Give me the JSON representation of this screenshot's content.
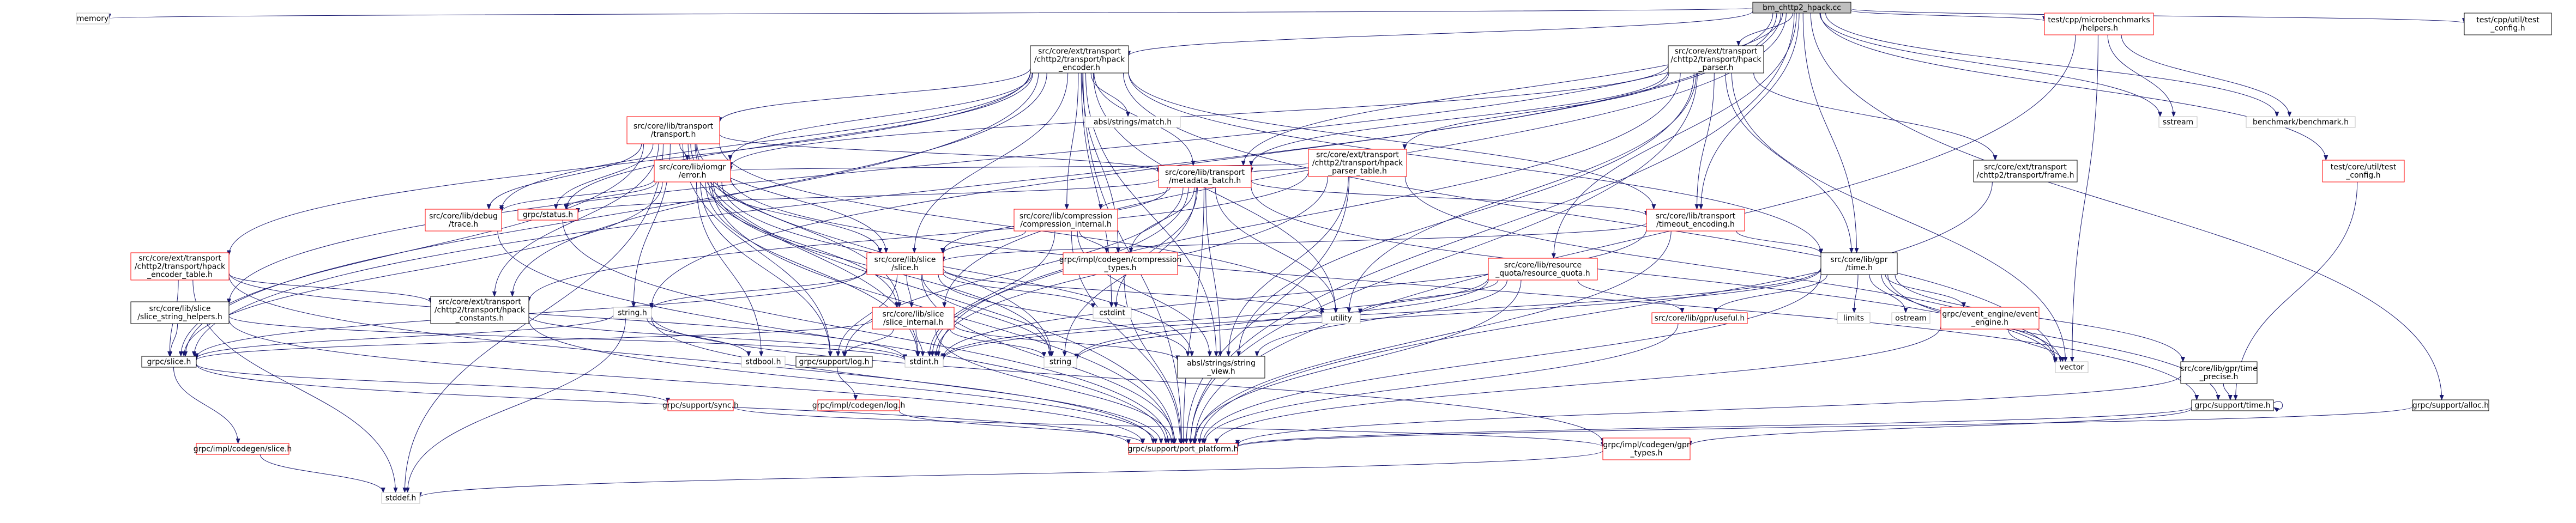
{
  "graph": {
    "type": "include-dependency-graph",
    "nodes": [
      {
        "id": "root",
        "lines": [
          "bm_chttp2_hpack.cc"
        ],
        "style": "root"
      },
      {
        "id": "memory",
        "lines": [
          "memory"
        ],
        "style": "gray"
      },
      {
        "id": "hpack_encoder",
        "lines": [
          "src/core/ext/transport",
          "/chttp2/transport/hpack",
          "_encoder.h"
        ],
        "style": "black"
      },
      {
        "id": "hpack_parser",
        "lines": [
          "src/core/ext/transport",
          "/chttp2/transport/hpack",
          "_parser.h"
        ],
        "style": "black"
      },
      {
        "id": "microbench",
        "lines": [
          "test/cpp/microbenchmarks",
          "/helpers.h"
        ],
        "style": "red"
      },
      {
        "id": "test_config",
        "lines": [
          "test/cpp/util/test",
          "_config.h"
        ],
        "style": "black"
      },
      {
        "id": "abseil_match",
        "lines": [
          "absl/strings/match.h"
        ],
        "style": "gray"
      },
      {
        "id": "transport_h",
        "lines": [
          "src/core/lib/transport",
          "/transport.h"
        ],
        "style": "red"
      },
      {
        "id": "hpack_parser_table",
        "lines": [
          "src/core/ext/transport",
          "/chttp2/transport/hpack",
          "_parser_table.h"
        ],
        "style": "red"
      },
      {
        "id": "frame_h",
        "lines": [
          "src/core/ext/transport",
          "/chttp2/transport/frame.h"
        ],
        "style": "black"
      },
      {
        "id": "sstream",
        "lines": [
          "sstream"
        ],
        "style": "gray"
      },
      {
        "id": "benchmark",
        "lines": [
          "benchmark/benchmark.h"
        ],
        "style": "gray"
      },
      {
        "id": "util_test_config",
        "lines": [
          "test/core/util/test",
          "_config.h"
        ],
        "style": "red"
      },
      {
        "id": "error_h",
        "lines": [
          "src/core/lib/iomgr",
          "/error.h"
        ],
        "style": "red"
      },
      {
        "id": "metadata_batch",
        "lines": [
          "src/core/lib/transport",
          "/metadata_batch.h"
        ],
        "style": "red"
      },
      {
        "id": "debug_trace",
        "lines": [
          "src/core/lib/debug",
          "/trace.h"
        ],
        "style": "red"
      },
      {
        "id": "grpc_status",
        "lines": [
          "grpc/status.h"
        ],
        "style": "red"
      },
      {
        "id": "compression_internal",
        "lines": [
          "src/core/lib/compression",
          "/compression_internal.h"
        ],
        "style": "red"
      },
      {
        "id": "timeout_encoding",
        "lines": [
          "src/core/lib/transport",
          "/timeout_encoding.h"
        ],
        "style": "red"
      },
      {
        "id": "hpack_encoder_table",
        "lines": [
          "src/core/ext/transport",
          "/chttp2/transport/hpack",
          "_encoder_table.h"
        ],
        "style": "red"
      },
      {
        "id": "slice_h",
        "lines": [
          "src/core/lib/slice",
          "/slice.h"
        ],
        "style": "red"
      },
      {
        "id": "compression_types",
        "lines": [
          "grpc/impl/codegen/compression",
          "_types.h"
        ],
        "style": "red"
      },
      {
        "id": "gpr_time",
        "lines": [
          "src/core/lib/gpr",
          "/time.h"
        ],
        "style": "black"
      },
      {
        "id": "resource_quota",
        "lines": [
          "src/core/lib/resource",
          "_quota/resource_quota.h"
        ],
        "style": "red"
      },
      {
        "id": "slice_string_helpers",
        "lines": [
          "src/core/lib/slice",
          "/slice_string_helpers.h"
        ],
        "style": "black"
      },
      {
        "id": "hpack_constants",
        "lines": [
          "src/core/ext/transport",
          "/chttp2/transport/hpack",
          "_constants.h"
        ],
        "style": "black"
      },
      {
        "id": "string_h",
        "lines": [
          "string.h"
        ],
        "style": "gray"
      },
      {
        "id": "slice_internal",
        "lines": [
          "src/core/lib/slice",
          "/slice_internal.h"
        ],
        "style": "red"
      },
      {
        "id": "cstdint",
        "lines": [
          "cstdint"
        ],
        "style": "gray"
      },
      {
        "id": "utility",
        "lines": [
          "utility"
        ],
        "style": "gray"
      },
      {
        "id": "useful_h",
        "lines": [
          "src/core/lib/gpr/useful.h"
        ],
        "style": "red"
      },
      {
        "id": "limits",
        "lines": [
          "limits"
        ],
        "style": "gray"
      },
      {
        "id": "ostream",
        "lines": [
          "ostream"
        ],
        "style": "gray"
      },
      {
        "id": "event_engine",
        "lines": [
          "grpc/event_engine/event",
          "_engine.h"
        ],
        "style": "red"
      },
      {
        "id": "grpc_slice",
        "lines": [
          "grpc/slice.h"
        ],
        "style": "black"
      },
      {
        "id": "stdbool",
        "lines": [
          "stdbool.h"
        ],
        "style": "gray"
      },
      {
        "id": "support_log",
        "lines": [
          "grpc/support/log.h"
        ],
        "style": "black"
      },
      {
        "id": "stdint",
        "lines": [
          "stdint.h"
        ],
        "style": "gray"
      },
      {
        "id": "string",
        "lines": [
          "string"
        ],
        "style": "gray"
      },
      {
        "id": "string_view",
        "lines": [
          "absl/strings/string",
          "_view.h"
        ],
        "style": "black"
      },
      {
        "id": "vector",
        "lines": [
          "vector"
        ],
        "style": "gray"
      },
      {
        "id": "time_precise",
        "lines": [
          "src/core/lib/gpr/time",
          "_precise.h"
        ],
        "style": "black"
      },
      {
        "id": "alloc_h",
        "lines": [
          "grpc/support/alloc.h"
        ],
        "style": "black"
      },
      {
        "id": "support_sync",
        "lines": [
          "grpc/support/sync.h"
        ],
        "style": "red"
      },
      {
        "id": "codegen_log",
        "lines": [
          "grpc/impl/codegen/log.h"
        ],
        "style": "red"
      },
      {
        "id": "support_time",
        "lines": [
          "grpc/support/time.h"
        ],
        "style": "black"
      },
      {
        "id": "codegen_slice",
        "lines": [
          "grpc/impl/codegen/slice.h"
        ],
        "style": "red"
      },
      {
        "id": "port_platform",
        "lines": [
          "grpc/support/port_platform.h"
        ],
        "style": "red"
      },
      {
        "id": "gpr_types",
        "lines": [
          "grpc/impl/codegen/gpr",
          "_types.h"
        ],
        "style": "red"
      },
      {
        "id": "stddef",
        "lines": [
          "stddef.h"
        ],
        "style": "gray"
      }
    ],
    "edges": [
      [
        "root",
        "memory"
      ],
      [
        "root",
        "hpack_encoder"
      ],
      [
        "root",
        "hpack_parser"
      ],
      [
        "root",
        "microbench"
      ],
      [
        "root",
        "test_config"
      ],
      [
        "root",
        "metadata_batch"
      ],
      [
        "root",
        "timeout_encoding"
      ],
      [
        "root",
        "gpr_time"
      ],
      [
        "root",
        "resource_quota"
      ],
      [
        "root",
        "slice_internal"
      ],
      [
        "root",
        "slice_string_helpers"
      ],
      [
        "root",
        "grpc_slice"
      ],
      [
        "root",
        "string_h"
      ],
      [
        "root",
        "sstream"
      ],
      [
        "root",
        "benchmark"
      ],
      [
        "root",
        "util_test_config"
      ],
      [
        "root",
        "alloc_h"
      ],
      [
        "root",
        "port_platform"
      ],
      [
        "hpack_encoder",
        "abseil_match"
      ],
      [
        "hpack_encoder",
        "transport_h"
      ],
      [
        "hpack_encoder",
        "hpack_encoder_table"
      ],
      [
        "hpack_encoder",
        "hpack_constants"
      ],
      [
        "hpack_encoder",
        "metadata_batch"
      ],
      [
        "hpack_encoder",
        "compression_internal"
      ],
      [
        "hpack_encoder",
        "slice_h"
      ],
      [
        "hpack_encoder",
        "timeout_encoding"
      ],
      [
        "hpack_encoder",
        "compression_types"
      ],
      [
        "hpack_encoder",
        "cstdint"
      ],
      [
        "hpack_encoder",
        "utility"
      ],
      [
        "hpack_encoder",
        "string_view"
      ],
      [
        "hpack_encoder",
        "vector"
      ],
      [
        "hpack_encoder",
        "grpc_slice"
      ],
      [
        "hpack_encoder",
        "grpc_status"
      ],
      [
        "hpack_encoder",
        "debug_trace"
      ],
      [
        "hpack_encoder",
        "port_platform"
      ],
      [
        "hpack_encoder",
        "gpr_time"
      ],
      [
        "hpack_encoder",
        "error_h"
      ],
      [
        "hpack_parser",
        "hpack_parser_table"
      ],
      [
        "hpack_parser",
        "frame_h"
      ],
      [
        "hpack_parser",
        "metadata_batch"
      ],
      [
        "hpack_parser",
        "error_h"
      ],
      [
        "hpack_parser",
        "string_view"
      ],
      [
        "hpack_parser",
        "vector"
      ],
      [
        "hpack_parser",
        "utility"
      ],
      [
        "hpack_parser",
        "port_platform"
      ],
      [
        "hpack_parser",
        "stdint"
      ],
      [
        "hpack_parser",
        "gpr_time"
      ],
      [
        "hpack_parser",
        "timeout_encoding"
      ],
      [
        "microbench",
        "sstream"
      ],
      [
        "microbench",
        "benchmark"
      ],
      [
        "microbench",
        "vector"
      ],
      [
        "microbench",
        "port_platform"
      ],
      [
        "util_test_config",
        "support_time"
      ],
      [
        "transport_h",
        "error_h"
      ],
      [
        "transport_h",
        "metadata_batch"
      ],
      [
        "transport_h",
        "debug_trace"
      ],
      [
        "transport_h",
        "grpc_status"
      ],
      [
        "transport_h",
        "slice_h"
      ],
      [
        "transport_h",
        "slice_internal"
      ],
      [
        "transport_h",
        "string_h"
      ],
      [
        "transport_h",
        "support_log"
      ],
      [
        "transport_h",
        "grpc_slice"
      ],
      [
        "transport_h",
        "stdint"
      ],
      [
        "transport_h",
        "string"
      ],
      [
        "transport_h",
        "port_platform"
      ],
      [
        "transport_h",
        "stddef"
      ],
      [
        "transport_h",
        "utility"
      ],
      [
        "transport_h",
        "hpack_constants"
      ],
      [
        "hpack_parser_table",
        "error_h"
      ],
      [
        "hpack_parser_table",
        "metadata_batch"
      ],
      [
        "hpack_parser_table",
        "port_platform"
      ],
      [
        "hpack_parser_table",
        "stdint"
      ],
      [
        "hpack_parser_table",
        "vector"
      ],
      [
        "hpack_parser_table",
        "string_view"
      ],
      [
        "hpack_parser_table",
        "hpack_constants"
      ],
      [
        "frame_h",
        "port_platform"
      ],
      [
        "error_h",
        "debug_trace"
      ],
      [
        "error_h",
        "grpc_status"
      ],
      [
        "error_h",
        "slice_h"
      ],
      [
        "error_h",
        "slice_internal"
      ],
      [
        "error_h",
        "support_log"
      ],
      [
        "error_h",
        "stdbool"
      ],
      [
        "error_h",
        "stdint"
      ],
      [
        "error_h",
        "string"
      ],
      [
        "error_h",
        "port_platform"
      ],
      [
        "error_h",
        "support_time"
      ],
      [
        "error_h",
        "grpc_slice"
      ],
      [
        "error_h",
        "string_view"
      ],
      [
        "metadata_batch",
        "grpc_status"
      ],
      [
        "metadata_batch",
        "compression_internal"
      ],
      [
        "metadata_batch",
        "slice_h"
      ],
      [
        "metadata_batch",
        "timeout_encoding"
      ],
      [
        "metadata_batch",
        "compression_types"
      ],
      [
        "metadata_batch",
        "cstdint"
      ],
      [
        "metadata_batch",
        "utility"
      ],
      [
        "metadata_batch",
        "support_log"
      ],
      [
        "metadata_batch",
        "stdint"
      ],
      [
        "metadata_batch",
        "string"
      ],
      [
        "metadata_batch",
        "string_view"
      ],
      [
        "metadata_batch",
        "port_platform"
      ],
      [
        "metadata_batch",
        "vector"
      ],
      [
        "debug_trace",
        "port_platform"
      ],
      [
        "grpc_status",
        "port_platform"
      ],
      [
        "compression_internal",
        "compression_types"
      ],
      [
        "compression_internal",
        "slice_h"
      ],
      [
        "compression_internal",
        "stdint"
      ],
      [
        "compression_internal",
        "string_view"
      ],
      [
        "compression_internal",
        "port_platform"
      ],
      [
        "timeout_encoding",
        "slice_h"
      ],
      [
        "timeout_encoding",
        "gpr_time"
      ],
      [
        "timeout_encoding",
        "stdint"
      ],
      [
        "timeout_encoding",
        "port_platform"
      ],
      [
        "hpack_encoder_table",
        "hpack_constants"
      ],
      [
        "hpack_encoder_table",
        "stddef"
      ],
      [
        "hpack_encoder_table",
        "port_platform"
      ],
      [
        "hpack_encoder_table",
        "stdint"
      ],
      [
        "hpack_encoder_table",
        "grpc_slice"
      ],
      [
        "slice_h",
        "slice_internal"
      ],
      [
        "slice_h",
        "string_h"
      ],
      [
        "slice_h",
        "grpc_slice"
      ],
      [
        "slice_h",
        "support_log"
      ],
      [
        "slice_h",
        "cstdint"
      ],
      [
        "slice_h",
        "string"
      ],
      [
        "slice_h",
        "string_view"
      ],
      [
        "slice_h",
        "utility"
      ],
      [
        "slice_h",
        "port_platform"
      ],
      [
        "compression_types",
        "port_platform"
      ],
      [
        "gpr_time",
        "useful_h"
      ],
      [
        "gpr_time",
        "limits"
      ],
      [
        "gpr_time",
        "ostream"
      ],
      [
        "gpr_time",
        "event_engine"
      ],
      [
        "gpr_time",
        "time_precise"
      ],
      [
        "gpr_time",
        "support_time"
      ],
      [
        "gpr_time",
        "stdint"
      ],
      [
        "gpr_time",
        "string"
      ],
      [
        "gpr_time",
        "vector"
      ],
      [
        "gpr_time",
        "port_platform"
      ],
      [
        "resource_quota",
        "useful_h"
      ],
      [
        "resource_quota",
        "string"
      ],
      [
        "resource_quota",
        "stdint"
      ],
      [
        "resource_quota",
        "utility"
      ],
      [
        "resource_quota",
        "string_view"
      ],
      [
        "resource_quota",
        "port_platform"
      ],
      [
        "slice_string_helpers",
        "grpc_slice"
      ],
      [
        "slice_string_helpers",
        "stdint"
      ],
      [
        "slice_string_helpers",
        "port_platform"
      ],
      [
        "hpack_constants",
        "stdint"
      ],
      [
        "hpack_constants",
        "port_platform"
      ],
      [
        "string_h",
        "stdbool"
      ],
      [
        "string_h",
        "grpc_slice"
      ],
      [
        "string_h",
        "stddef"
      ],
      [
        "string_h",
        "port_platform"
      ],
      [
        "string_h",
        "gpr_types"
      ],
      [
        "slice_internal",
        "grpc_slice"
      ],
      [
        "slice_internal",
        "support_log"
      ],
      [
        "slice_internal",
        "stdint"
      ],
      [
        "slice_internal",
        "string"
      ],
      [
        "slice_internal",
        "string_view"
      ],
      [
        "slice_internal",
        "port_platform"
      ],
      [
        "useful_h",
        "port_platform"
      ],
      [
        "event_engine",
        "vector"
      ],
      [
        "event_engine",
        "port_platform"
      ],
      [
        "grpc_slice",
        "codegen_slice"
      ],
      [
        "grpc_slice",
        "support_sync"
      ],
      [
        "grpc_slice",
        "port_platform"
      ],
      [
        "support_log",
        "codegen_log"
      ],
      [
        "time_precise",
        "support_time"
      ],
      [
        "time_precise",
        "port_platform"
      ],
      [
        "alloc_h",
        "port_platform"
      ],
      [
        "support_sync",
        "gpr_types"
      ],
      [
        "codegen_log",
        "port_platform"
      ],
      [
        "support_time",
        "support_time"
      ],
      [
        "support_time",
        "port_platform"
      ],
      [
        "support_time",
        "gpr_types"
      ],
      [
        "codegen_slice",
        "stddef"
      ],
      [
        "gpr_types",
        "stddef"
      ]
    ]
  },
  "colors": {
    "root_fill": "#bfbfbf",
    "edge": "#191970",
    "red_border": "#ff0000",
    "gray_border": "#bfbfbf",
    "black_border": "#000000",
    "text": "#000000"
  }
}
